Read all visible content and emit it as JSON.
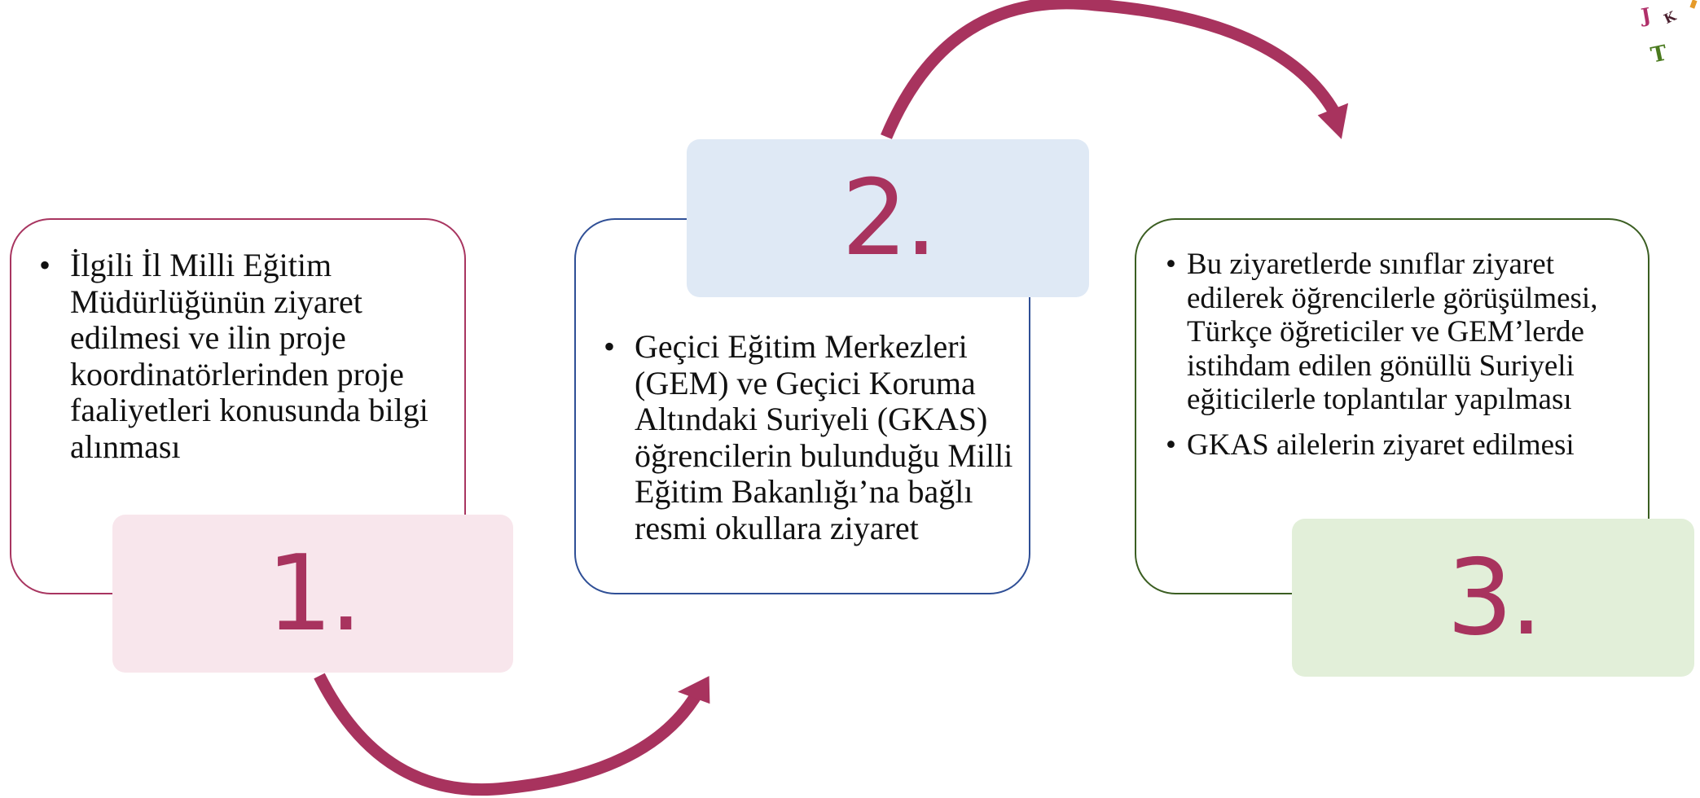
{
  "steps": [
    {
      "number": "1.",
      "bullets": [
        "İlgili İl Milli Eğitim Müdürlüğünün ziyaret edilmesi ve ilin proje koordinatörlerinden proje faaliyetleri konusunda bilgi alınması"
      ]
    },
    {
      "number": "2.",
      "bullets": [
        "Geçici Eğitim Merkezleri (GEM) ve Geçici Koruma Altındaki Suriyeli (GKAS) öğrencilerin bulunduğu Milli Eğitim Bakanlığı’na bağlı resmi okullara ziyaret"
      ]
    },
    {
      "number": "3.",
      "bullets": [
        "Bu ziyaretlerde sınıflar ziyaret edilerek öğrencilerle görüşülmesi, Türkçe öğreticiler ve GEM’lerde istihdam edilen gönüllü Suriyeli eğiticilerle toplantılar yapılması",
        "GKAS ailelerin ziyaret edilmesi"
      ]
    }
  ],
  "bullet_char": "•",
  "logo_letters": [
    "J",
    "K",
    "T"
  ],
  "colors": {
    "accent": "#a8335e",
    "step1_border": "#a83560",
    "step1_fill": "#f8e6ec",
    "step2_border": "#2f4f96",
    "step2_fill": "#dfe9f5",
    "step3_border": "#3b5e22",
    "step3_fill": "#e2efd9",
    "arrow": "#a8335e"
  },
  "icons": [
    "arrow-curved-1-to-2-icon",
    "arrow-curved-2-to-3-icon",
    "logo-letters-icon"
  ]
}
